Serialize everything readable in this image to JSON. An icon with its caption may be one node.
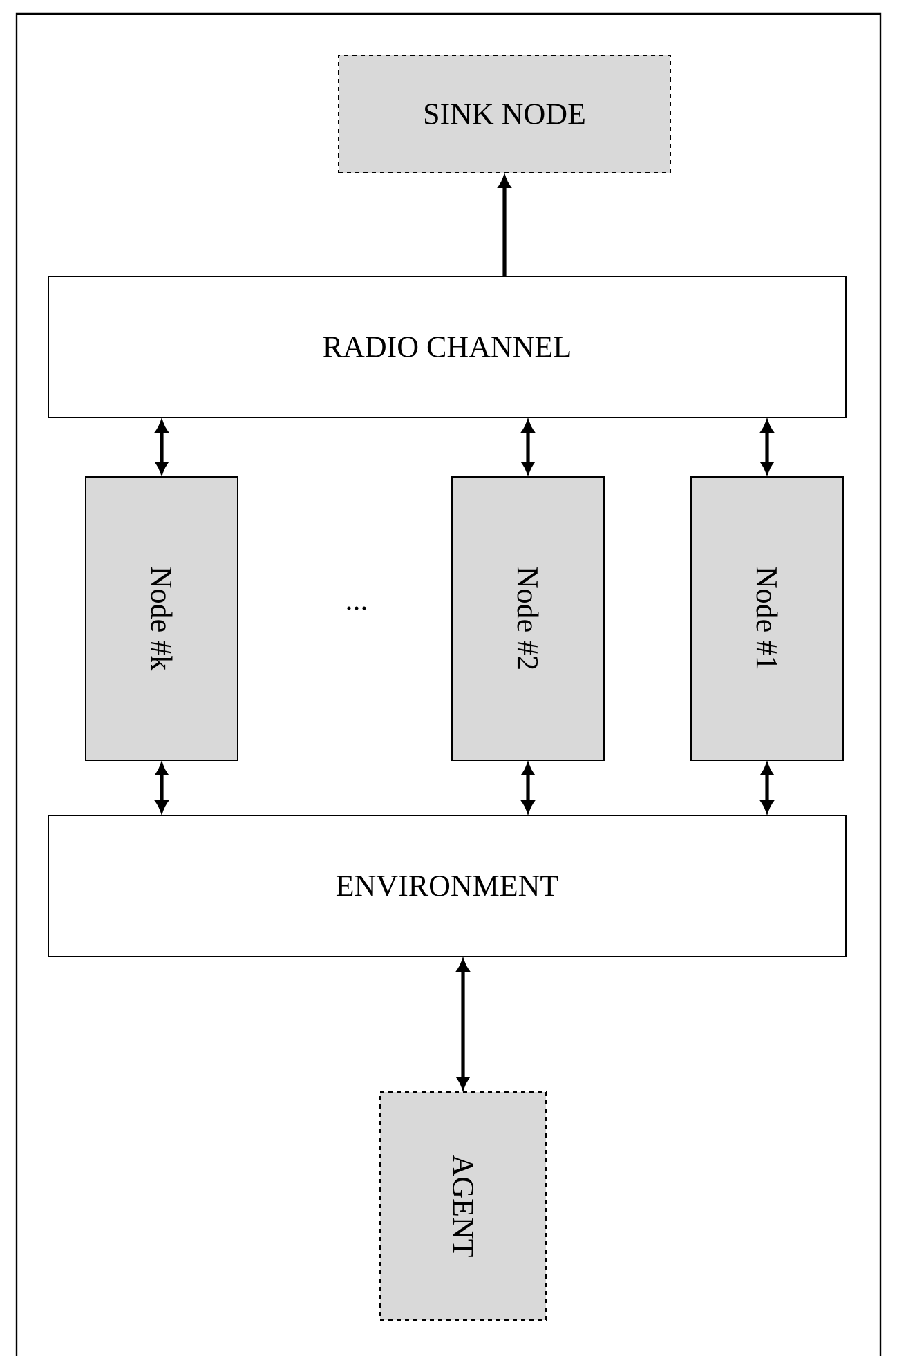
{
  "diagram": {
    "nodes": [
      {
        "text": [
          "SINK NODE"
        ]
      },
      {
        "text": [
          "RADIO CHANNEL"
        ]
      },
      {
        "text": [
          "Node #k"
        ]
      },
      {
        "text": [
          "Node #2"
        ]
      },
      {
        "text": [
          "Node #1"
        ]
      },
      {
        "text": [
          "ENVIRONMENT"
        ]
      },
      {
        "text": [
          "AGENT"
        ]
      }
    ],
    "edges": [
      {
        "from": 1,
        "to": 0,
        "arrow": "to"
      },
      {
        "from": 1,
        "to": 2,
        "arrow": "both"
      },
      {
        "from": 1,
        "to": 3,
        "arrow": "both"
      },
      {
        "from": 1,
        "to": 4,
        "arrow": "both"
      },
      {
        "from": 2,
        "to": 5,
        "arrow": "both"
      },
      {
        "from": 3,
        "to": 5,
        "arrow": "both"
      },
      {
        "from": 4,
        "to": 5,
        "arrow": "both"
      },
      {
        "from": 5,
        "to": 6,
        "arrow": "both"
      }
    ],
    "labels": [
      "..."
    ]
  }
}
